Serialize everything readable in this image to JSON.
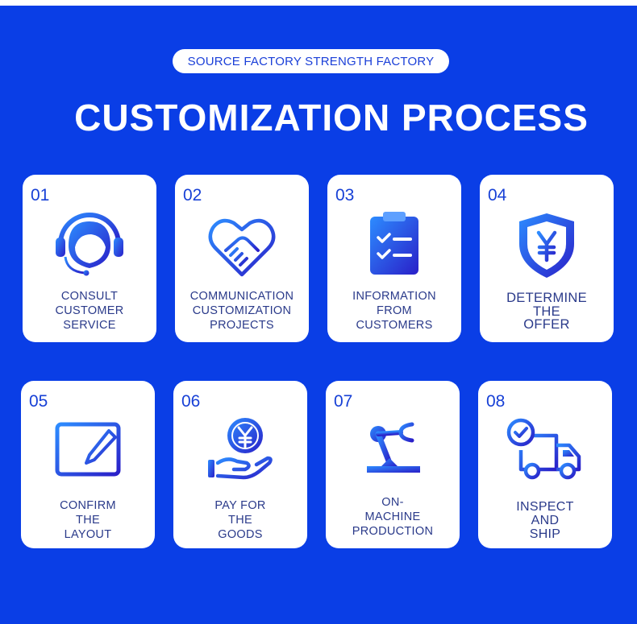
{
  "subtitle": "SOURCE FACTORY STRENGTH FACTORY",
  "title": "CUSTOMIZATION PROCESS",
  "steps": [
    {
      "num": "01",
      "icon": "headset-support-icon",
      "lines": [
        "CONSULT",
        "CUSTOMER",
        "SERVICE"
      ]
    },
    {
      "num": "02",
      "icon": "handshake-heart-icon",
      "lines": [
        "COMMUNICATION",
        "CUSTOMIZATION",
        "PROJECTS"
      ]
    },
    {
      "num": "03",
      "icon": "clipboard-checklist-icon",
      "lines": [
        "INFORMATION",
        "FROM",
        "CUSTOMERS"
      ]
    },
    {
      "num": "04",
      "icon": "yen-shield-icon",
      "lines": [
        "DETERMINE",
        "THE",
        "OFFER"
      ]
    },
    {
      "num": "05",
      "icon": "document-edit-icon",
      "lines": [
        "CONFIRM",
        "THE",
        "LAYOUT"
      ]
    },
    {
      "num": "06",
      "icon": "yen-coin-hand-icon",
      "lines": [
        "PAY FOR",
        "THE",
        "GOODS"
      ]
    },
    {
      "num": "07",
      "icon": "robot-arm-icon",
      "lines": [
        "ON-",
        "MACHINE",
        "PRODUCTION"
      ]
    },
    {
      "num": "08",
      "icon": "delivery-truck-check-icon",
      "lines": [
        "INSPECT",
        "AND",
        "SHIP"
      ]
    }
  ],
  "colors": {
    "background": "#0a3ee6",
    "card": "#ffffff",
    "accent_light": "#2d8cff",
    "accent_dark": "#2a1fc8",
    "label_text": "#2a3a8a"
  }
}
